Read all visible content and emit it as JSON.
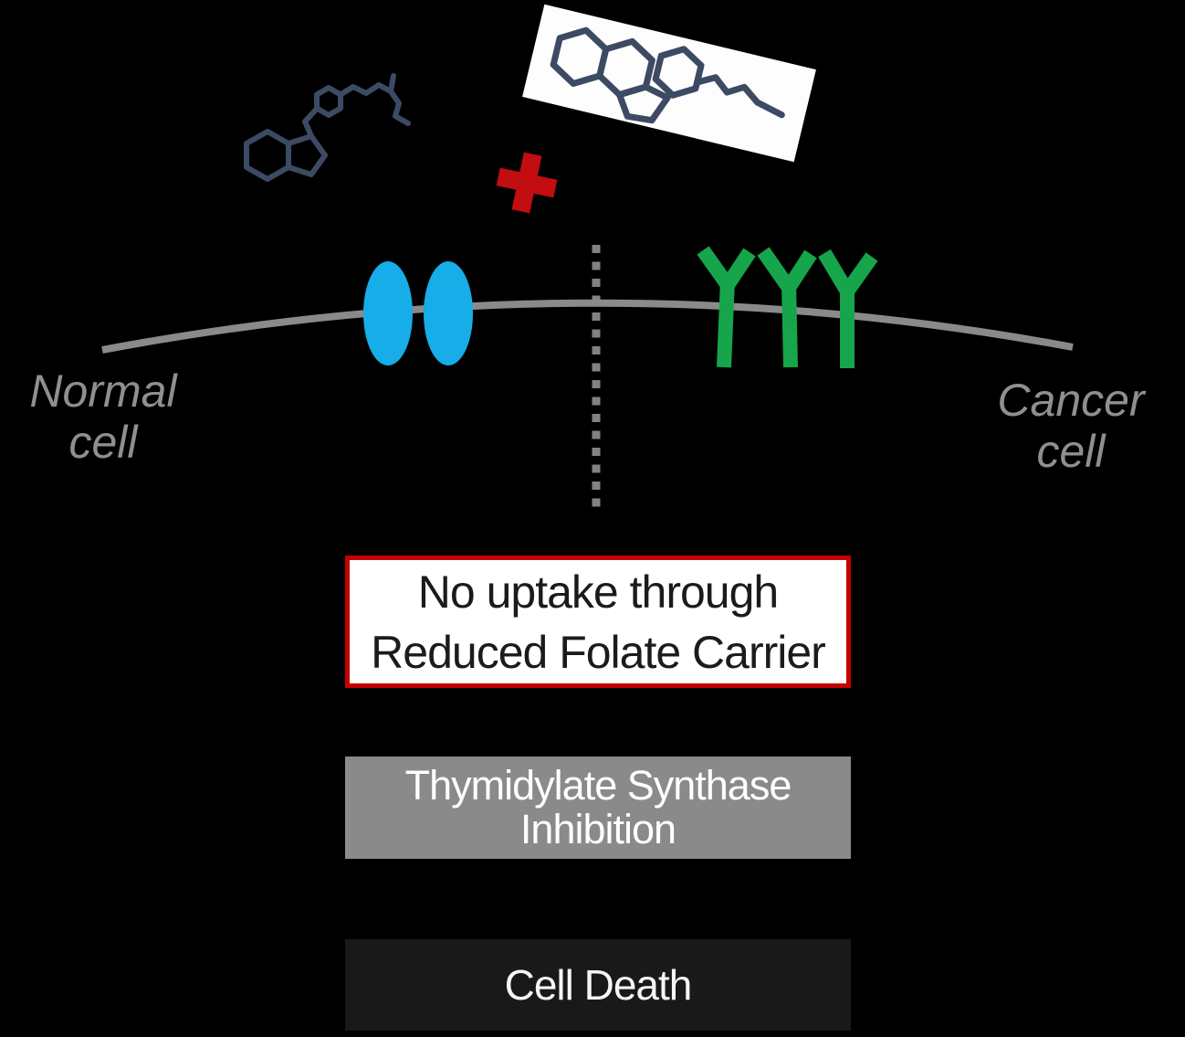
{
  "labels": {
    "normal_cell": {
      "line1": "Normal",
      "line2": "cell"
    },
    "cancer_cell": {
      "line1": "Cancer",
      "line2": "cell"
    }
  },
  "boxes": {
    "no_uptake": {
      "line1": "No uptake through",
      "line2": "Reduced Folate Carrier"
    },
    "ts_inhibition": {
      "line1": "Thymidylate Synthase",
      "line2": "Inhibition"
    },
    "cell_death": {
      "label": "Cell Death"
    }
  },
  "icons": {
    "left_molecule": "small-molecule-structure",
    "right_molecule": "steroid-like-molecule-structure-on-white-card",
    "plus": "red-plus-cross",
    "transporter": "blue-oval-transporter-pair",
    "receptors": "three-green-y-receptors",
    "membrane": "gray-cell-membrane-arc",
    "divider": "gray-dashed-vertical-divider"
  },
  "colors": {
    "background": "#000000",
    "molecule": "#3d4a63",
    "plus": "#c20d11",
    "membrane": "#8a8a8a",
    "divider": "#828282",
    "transporter_blue": "#16ade9",
    "receptor_green": "#16a54b",
    "box_border_red": "#c40000",
    "gray_box": "#8a8a8a",
    "dark_box": "#191919",
    "label_gray": "#8f8f8f",
    "card_white": "#fdfdfd"
  }
}
